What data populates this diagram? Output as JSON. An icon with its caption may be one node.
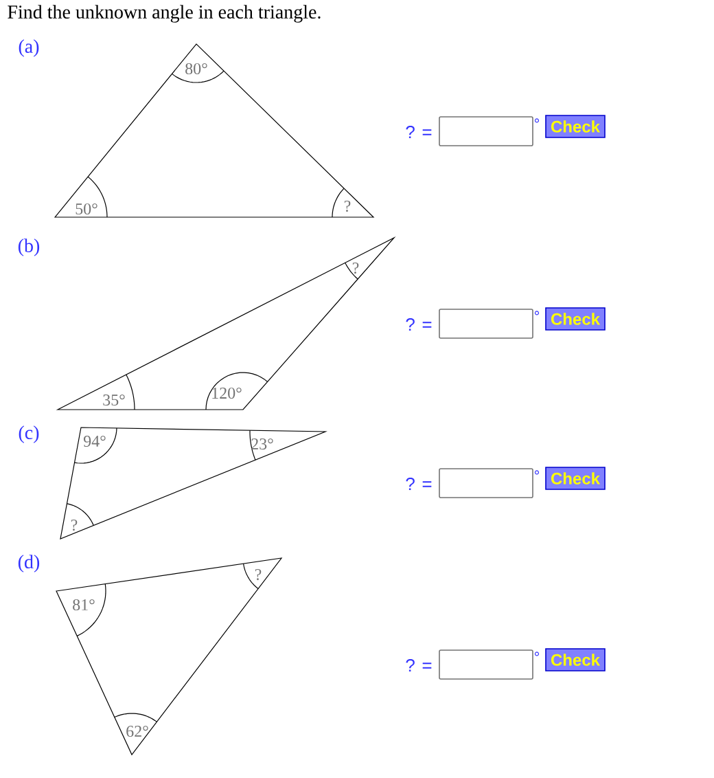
{
  "diagram": {
    "title": "Find the unknown angle in each triangle.",
    "labels": [
      "(a)",
      "80°",
      "? =",
      "°",
      "Check",
      "50°",
      "?",
      "(b)",
      "?",
      "? =",
      "°",
      "Check",
      "35°",
      "120°",
      "(c)",
      "94°",
      "23°",
      "? =",
      "°",
      "Check",
      "?",
      "(d)",
      "81°",
      "?",
      "? =",
      "°",
      "Check",
      "62°"
    ]
  }
}
